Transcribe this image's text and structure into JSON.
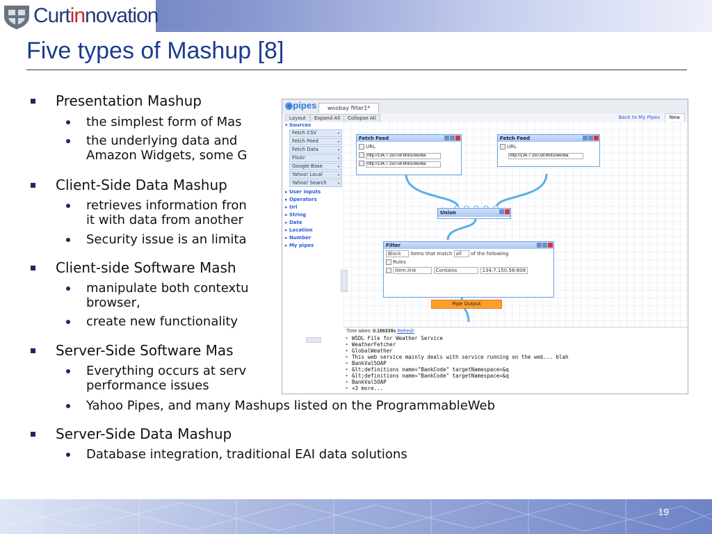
{
  "header": {
    "logo_text_a": "Curt",
    "logo_text_b": "in",
    "logo_text_c": "novation",
    "slide_title": "Five types of Mashup [8]"
  },
  "bullets": [
    {
      "text": "Presentation Mashup"
    },
    {
      "text": "the simplest form of Mas"
    },
    {
      "text": "the underlying data and"
    },
    {
      "text": "Amazon Widgets, some G"
    },
    {
      "text": "Client-Side Data Mashup"
    },
    {
      "text": "retrieves information fron"
    },
    {
      "text": "it with data from another"
    },
    {
      "text": "Security issue is an limita"
    },
    {
      "text": "Client-side Software Mash"
    },
    {
      "text": "manipulate both contextu"
    },
    {
      "text": "browser,"
    },
    {
      "text": "create new functionality"
    },
    {
      "text": "Server-Side Software Mas"
    },
    {
      "text": "Everything occurs at serv"
    },
    {
      "text": "performance issues"
    },
    {
      "text": "Yahoo Pipes, and many Mashups listed on the ProgrammableWeb"
    },
    {
      "text": "Server-Side Data Mashup"
    },
    {
      "text": "Database integration, traditional EAI data solutions"
    }
  ],
  "pipes": {
    "logo": "pipes",
    "tab_label": "woobay filter1*",
    "toolbar": {
      "layout": "Layout",
      "expand": "Expand All",
      "collapse": "Collapse All",
      "back": "Back to My Pipes",
      "new": "New"
    },
    "sources_label": "Sources",
    "sources": [
      "Fetch CSV",
      "Fetch Feed",
      "Fetch Data",
      "Flickr",
      "Google Base",
      "Yahoo! Local",
      "Yahoo! Search"
    ],
    "categories": [
      "User inputs",
      "Operators",
      "Url",
      "String",
      "Date",
      "Location",
      "Number",
      "My pipes"
    ],
    "modules": {
      "fetch1": {
        "title": "Fetch Feed",
        "url_label": "URL",
        "url1": "http://134.7.150.58:8081/wooba",
        "url2": "http://134.7.150.58:8081/wooba"
      },
      "fetch2": {
        "title": "Fetch Feed",
        "url_label": "URL",
        "url1": "http://134.7.150.58:8081/wooba"
      },
      "union": {
        "title": "Union"
      },
      "filter": {
        "title": "Filter",
        "action": "Block",
        "match_text": "items that match",
        "match_mode": "all",
        "of_text": "of the following",
        "rules_label": "Rules",
        "rule_field": "item.link",
        "rule_op": "Contains",
        "rule_value": "134.7.150.58:808"
      },
      "output": {
        "title": "Pipe Output"
      }
    },
    "debug": {
      "time_label": "Time taken:",
      "time_value": "0.166339s",
      "refresh": "Refresh",
      "lines": [
        "WSDL File for Weather Service",
        "WeatherFetcher",
        "GlobalWeather",
        "This web service mainly deals with service running on the web... blah",
        "BankVal5OAP",
        "&lt;definitions name=\"BankCode\" targetNamespace=&q",
        "&lt;definitions name=\"BankCode\" targetNamespace=&q",
        "BankVal5OAP",
        "+3 more..."
      ]
    }
  },
  "footer": {
    "page_number": "19"
  },
  "colors": {
    "title": "#1a3b8f",
    "accent": "#6e83c7",
    "pipe_output": "#ff9e2c",
    "wire": "#5aaee8"
  }
}
